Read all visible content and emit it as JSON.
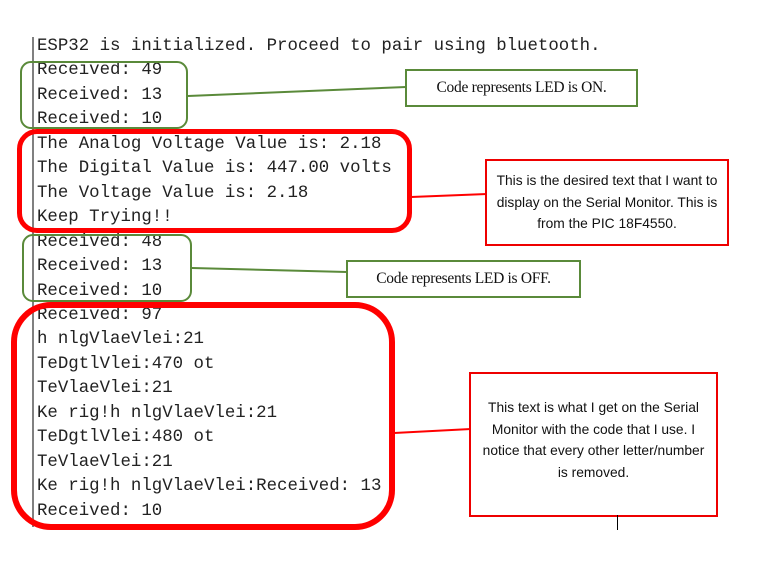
{
  "serial_monitor": {
    "lines": [
      "ESP32 is initialized. Proceed to pair using bluetooth.",
      "Received: 49",
      "Received: 13",
      "Received: 10",
      "The Analog Voltage Value is: 2.18",
      "The Digital Value is: 447.00 volts",
      "The Voltage Value is: 2.18",
      "Keep Trying!!",
      "Received: 48",
      "Received: 13",
      "Received: 10",
      "Received: 97",
      "h nlgVlaeVlei:21",
      "TeDgtlVlei:470 ot",
      "TeVlaeVlei:21",
      "Ke rig!h nlgVlaeVlei:21",
      "TeDgtlVlei:480 ot",
      "TeVlaeVlei:21",
      "Ke rig!h nlgVlaeVlei:Received: 13",
      "Received: 10"
    ]
  },
  "annotations": {
    "led_on": "Code represents LED is ON.",
    "desired_text": "This is the desired text that I want to display on the Serial Monitor.  This is from the PIC 18F4550.",
    "led_off": "Code represents LED is OFF.",
    "actual_text": "This text is what I get on the Serial Monitor with the code that I use.  I notice that every other letter/number is removed."
  },
  "colors": {
    "green": "#5a8a3a",
    "red": "#ff0000"
  }
}
